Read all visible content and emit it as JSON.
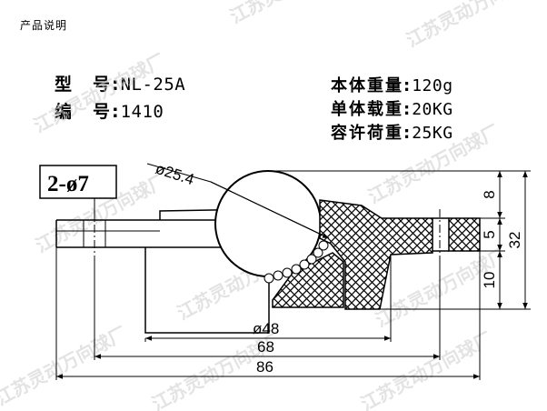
{
  "header": "产品说明",
  "specs_left": [
    {
      "label": "型　号:",
      "value": "NL-25A"
    },
    {
      "label": "编　号:",
      "value": "1410"
    }
  ],
  "specs_right": [
    {
      "label": "本体重量:",
      "value": "120g"
    },
    {
      "label": "单体载重:",
      "value": "20KG"
    },
    {
      "label": "容许荷重:",
      "value": "25KG"
    }
  ],
  "dimensions": {
    "holes": "2-ø7",
    "ball_dia": "ø25.4",
    "d48": "ø48",
    "d68": "68",
    "d86": "86",
    "h8": "8",
    "h5": "5",
    "h10": "10",
    "h32": "32"
  },
  "watermark": "江苏灵动万向球厂"
}
